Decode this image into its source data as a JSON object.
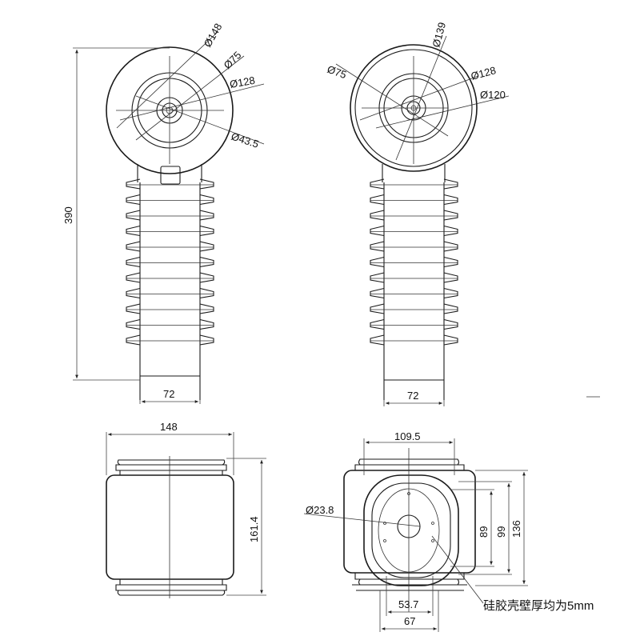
{
  "views": {
    "front_left": {
      "dims": {
        "d148": "Ø148",
        "d75": "Ø75",
        "d128": "Ø128",
        "d43_5": "Ø43.5",
        "h390": "390",
        "w72": "72"
      }
    },
    "front_right": {
      "dims": {
        "d139": "Ø139",
        "d75": "Ø75",
        "d128": "Ø128",
        "d120": "Ø120",
        "w72": "72"
      }
    },
    "side_view": {
      "dims": {
        "w148": "148",
        "h161_4": "161.4"
      }
    },
    "top_view": {
      "dims": {
        "w109_5": "109.5",
        "d23_8": "Ø23.8",
        "h89": "89",
        "h99": "99",
        "h136": "136",
        "w53_7": "53.7",
        "w67": "67"
      }
    }
  },
  "note": "硅胶壳壁厚均为5mm"
}
